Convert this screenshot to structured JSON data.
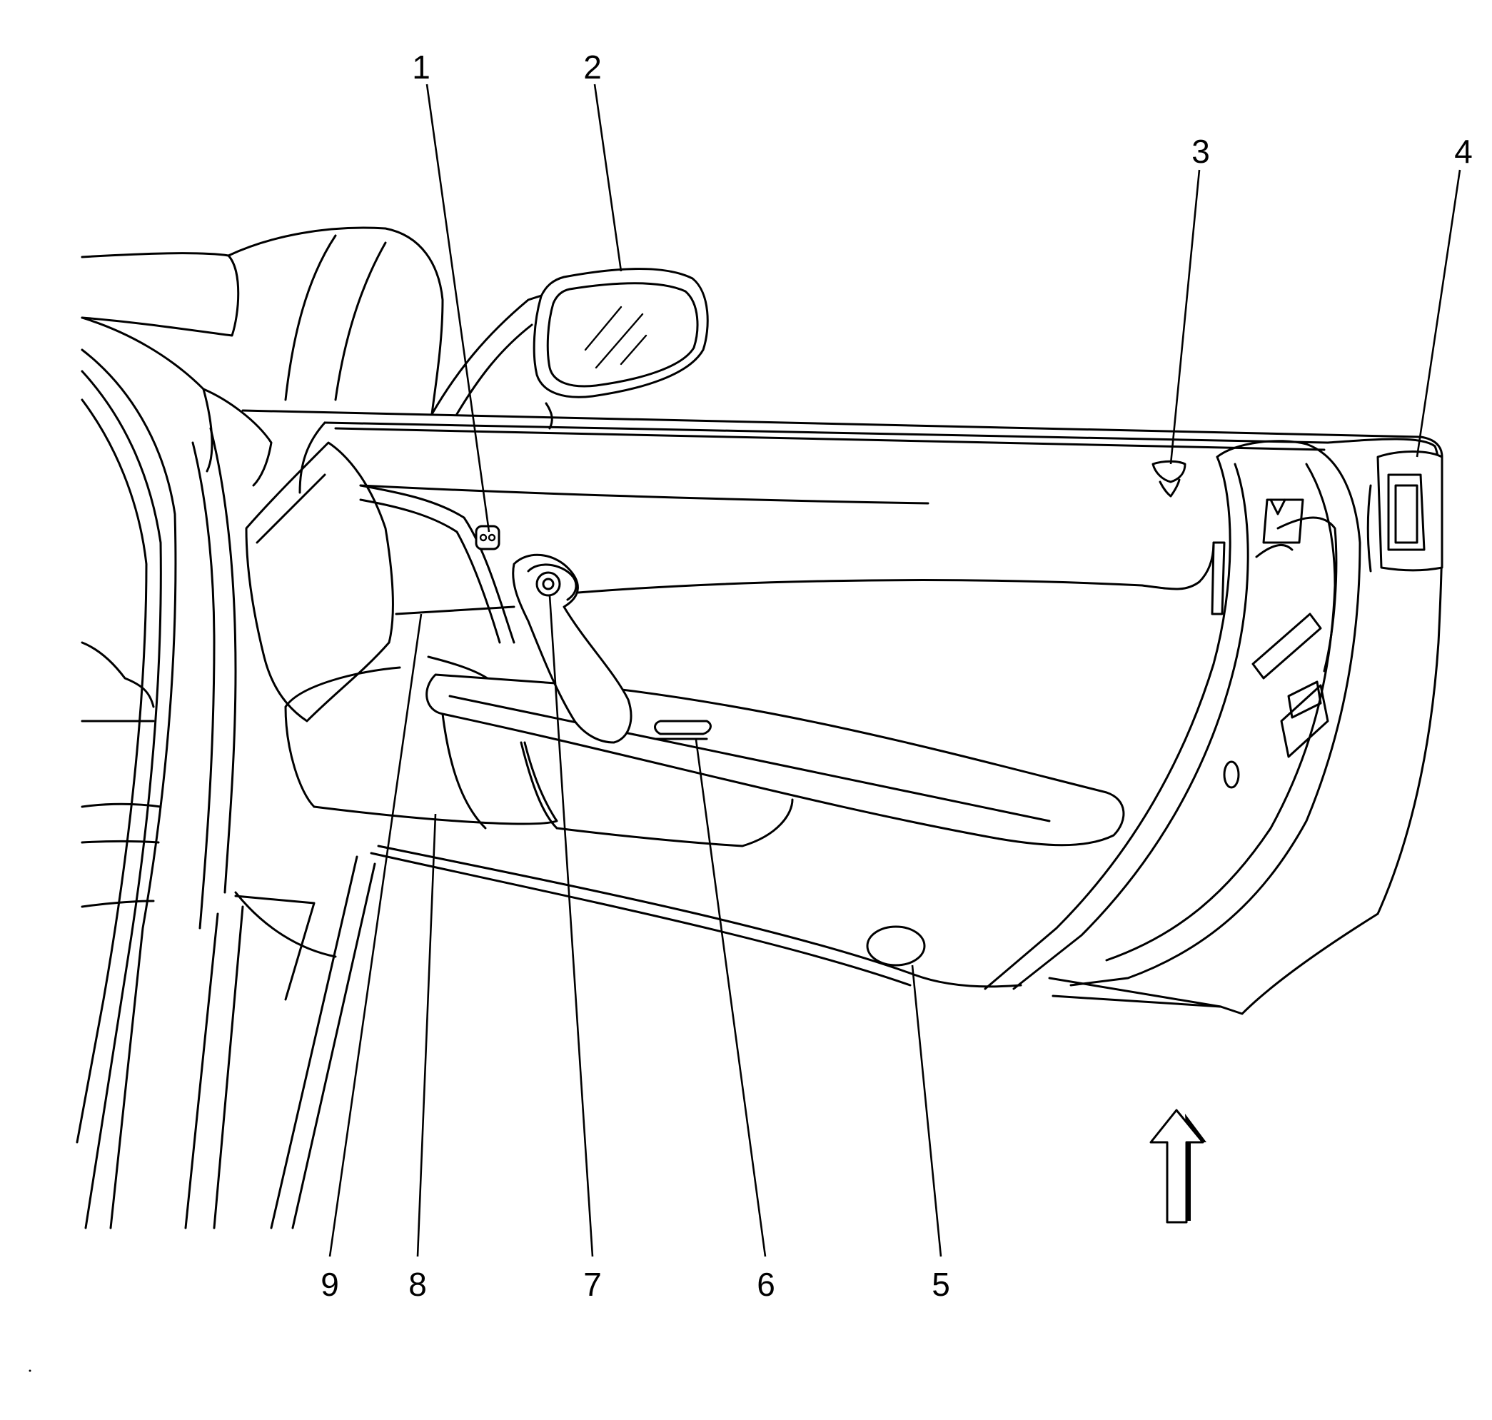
{
  "callouts": [
    {
      "id": "1",
      "label": "1"
    },
    {
      "id": "2",
      "label": "2"
    },
    {
      "id": "3",
      "label": "3"
    },
    {
      "id": "4",
      "label": "4"
    },
    {
      "id": "5",
      "label": "5"
    },
    {
      "id": "6",
      "label": "6"
    },
    {
      "id": "7",
      "label": "7"
    },
    {
      "id": "8",
      "label": "8"
    },
    {
      "id": "9",
      "label": "9"
    }
  ],
  "icons": {
    "direction": "up-arrow-icon"
  },
  "colors": {
    "line": "#000000",
    "background": "#ffffff"
  }
}
